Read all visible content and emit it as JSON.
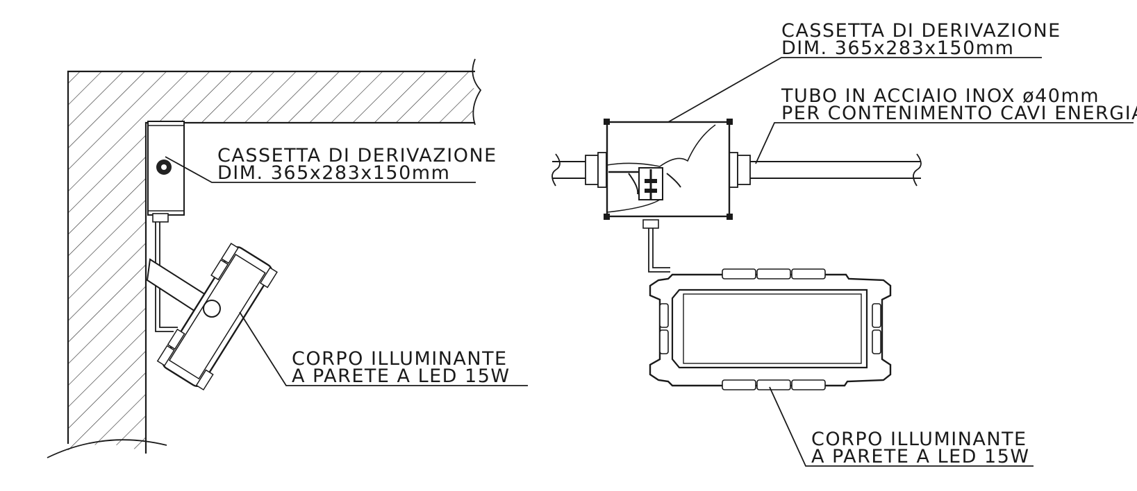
{
  "left_view": {
    "junction_box_label": {
      "line1": "CASSETTA DI DERIVAZIONE",
      "line2": "DIM. 365x283x150mm"
    },
    "luminaire_label": {
      "line1": "CORPO ILLUMINANTE",
      "line2": "A PARETE A LED 15W"
    }
  },
  "right_view": {
    "junction_box_label": {
      "line1": "CASSETTA DI DERIVAZIONE",
      "line2": "DIM. 365x283x150mm"
    },
    "pipe_label": {
      "line1": "TUBO IN ACCIAIO INOX ø40mm",
      "line2": "PER CONTENIMENTO CAVI ENERGIA"
    },
    "luminaire_label": {
      "line1": "CORPO ILLUMINANTE",
      "line2": "A PARETE A LED 15W"
    }
  }
}
